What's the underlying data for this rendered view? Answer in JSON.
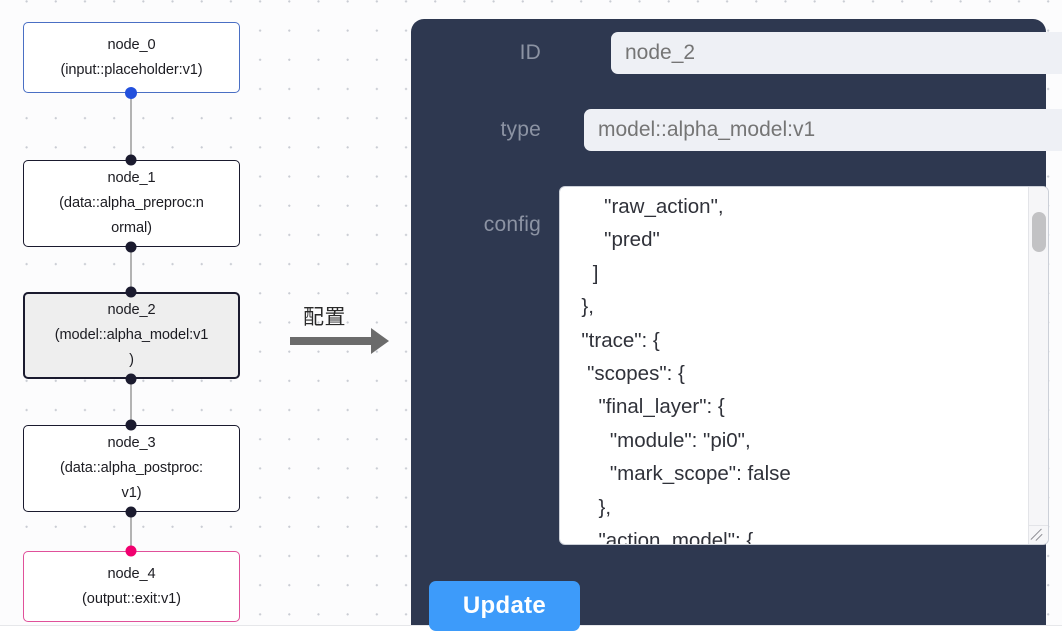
{
  "graph": {
    "nodes": [
      {
        "id": "node_0",
        "type_line": "(input::placeholder:v1)",
        "variant": "input"
      },
      {
        "id": "node_1",
        "type_line_1": "(data::alpha_preproc:n",
        "type_line_2": "ormal)",
        "variant": "default"
      },
      {
        "id": "node_2",
        "type_line_1": "(model::alpha_model:v1",
        "type_line_2": ")",
        "variant": "selected"
      },
      {
        "id": "node_3",
        "type_line_1": "(data::alpha_postproc:",
        "type_line_2": "v1)",
        "variant": "default"
      },
      {
        "id": "node_4",
        "type_line": "(output::exit:v1)",
        "variant": "output"
      }
    ],
    "colors": {
      "input_border": "#4a6fc4",
      "output_border": "#e0509a",
      "default_border": "#1a1a2e",
      "selected_fill": "#eeeeee",
      "edge": "#b3b3b3",
      "port_default": "#1b1b2f",
      "port_input": "#2250dd",
      "port_output": "#f1006f"
    }
  },
  "annotation": {
    "label": "配置"
  },
  "inspector": {
    "panel_color": "#2e3850",
    "fields": {
      "id": {
        "label": "ID",
        "value": "node_2",
        "placeholder": "node_2"
      },
      "type": {
        "label": "type",
        "value": "model::alpha_model:v1",
        "placeholder": "model::alpha_model:v1"
      },
      "config": {
        "label": "config",
        "value": "      \"raw_action\",\n      \"pred\"\n    ]\n  },\n  \"trace\": {\n   \"scopes\": {\n     \"final_layer\": {\n       \"module\": \"pi0\",\n       \"mark_scope\": false\n     },\n     \"action_model\": {",
        "scroll_position": "middle"
      }
    },
    "update_button": {
      "label": "Update",
      "color": "#3d9bfa"
    }
  }
}
